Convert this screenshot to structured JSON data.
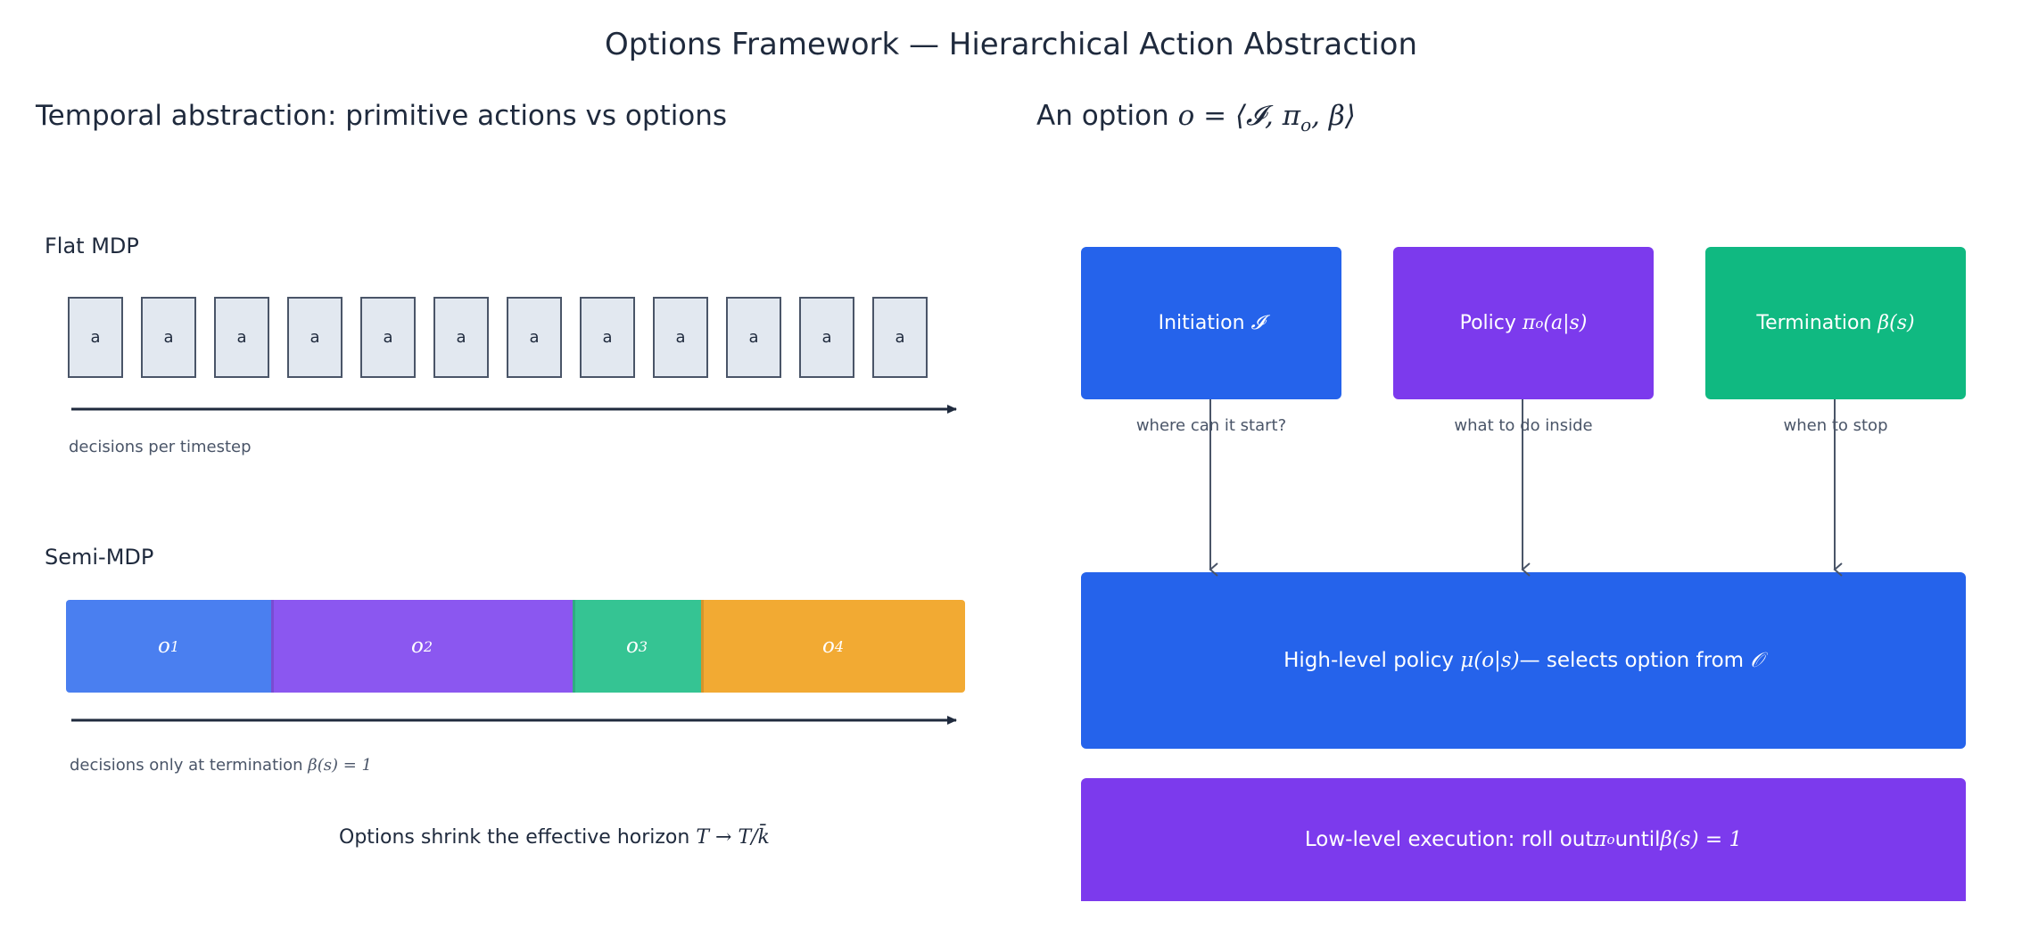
{
  "title": "Options Framework — Hierarchical Action Abstraction",
  "left_panel": {
    "title": "Temporal abstraction: primitive actions vs options",
    "flat": {
      "label": "Flat MDP",
      "steps": [
        "a",
        "a",
        "a",
        "a",
        "a",
        "a",
        "a",
        "a",
        "a",
        "a",
        "a",
        "a"
      ],
      "caption": "decisions per timestep"
    },
    "semi": {
      "label": "Semi-MDP",
      "options": [
        {
          "name": "o",
          "sub": "1",
          "color": "#4a7ff0"
        },
        {
          "name": "o",
          "sub": "2",
          "color": "#8b57f0"
        },
        {
          "name": "o",
          "sub": "3",
          "color": "#35c493"
        },
        {
          "name": "o",
          "sub": "4",
          "color": "#f2aa33"
        }
      ],
      "caption_text": "decisions only at termination ",
      "caption_math": "β(s) = 1"
    },
    "note_text": "Options shrink the effective horizon ",
    "note_math": "T → T/k̄"
  },
  "right_panel": {
    "title_text": "An option ",
    "title_math": "o = ⟨𝓘, π",
    "title_math_sub": "o",
    "title_math_end": ", β⟩",
    "components": [
      {
        "text": "Initiation ",
        "math": "𝓘",
        "caption": "where can it start?",
        "color": "#2563eb"
      },
      {
        "text": "Policy ",
        "math": "π",
        "math_sub": "o",
        "math_end": "(a|s)",
        "caption": "what to do inside",
        "color": "#7c3aed"
      },
      {
        "text": "Termination ",
        "math": "β(s)",
        "caption": "when to stop",
        "color": "#10b981"
      }
    ],
    "high_level": {
      "text": "High-level policy ",
      "math": "μ(o|s)",
      "text2": " — selects option from ",
      "math2": "𝒪",
      "color": "#2563eb"
    },
    "low_level": {
      "text": "Low-level execution: roll out ",
      "math": "π",
      "math_sub": "o",
      "text2": " until ",
      "math2": "β(s) = 1",
      "color": "#7c3aed"
    }
  },
  "colors": {
    "axis": "#1f2a3d",
    "connector": "#4a5568"
  }
}
